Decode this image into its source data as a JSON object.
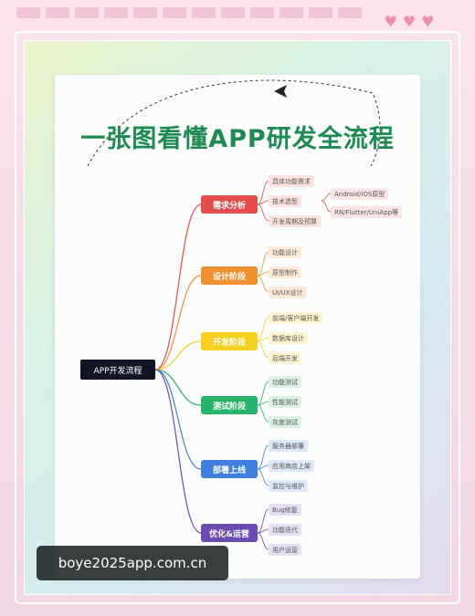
{
  "title": "一张图看懂APP研发全流程",
  "root": "APP开发流程",
  "stages": [
    {
      "label": "需求分析",
      "color": "#e74c4c",
      "light": "#fde3e0",
      "items": [
        "具体功能需求",
        "技术选型",
        "开发周期及预算"
      ]
    },
    {
      "label": "设计阶段",
      "color": "#f0902f",
      "light": "#fde9d6",
      "items": [
        "功能设计",
        "原型制作",
        "UI/UX设计"
      ]
    },
    {
      "label": "开发阶段",
      "color": "#f4cf1e",
      "light": "#fdf4cf",
      "items": [
        "前端/客户端开发",
        "数据库设计",
        "后端开发"
      ]
    },
    {
      "label": "测试阶段",
      "color": "#27b36a",
      "light": "#d9f2e2",
      "items": [
        "功能测试",
        "性能测试",
        "灰度测试"
      ]
    },
    {
      "label": "部署上线",
      "color": "#3f7fdd",
      "light": "#dde8f8",
      "items": [
        "服务器部署",
        "应用商店上架",
        "监控与维护"
      ]
    },
    {
      "label": "优化&运营",
      "color": "#6b4ab2",
      "light": "#e6dff3",
      "items": [
        "Bug修复",
        "功能迭代",
        "用户运营"
      ]
    }
  ],
  "tech_options": [
    "Android/iOS原型",
    "RN/Flutter/UniApp等"
  ],
  "hearts": [
    "♥",
    "♥",
    "♥"
  ],
  "watermark": "boye2025app.com.cn"
}
